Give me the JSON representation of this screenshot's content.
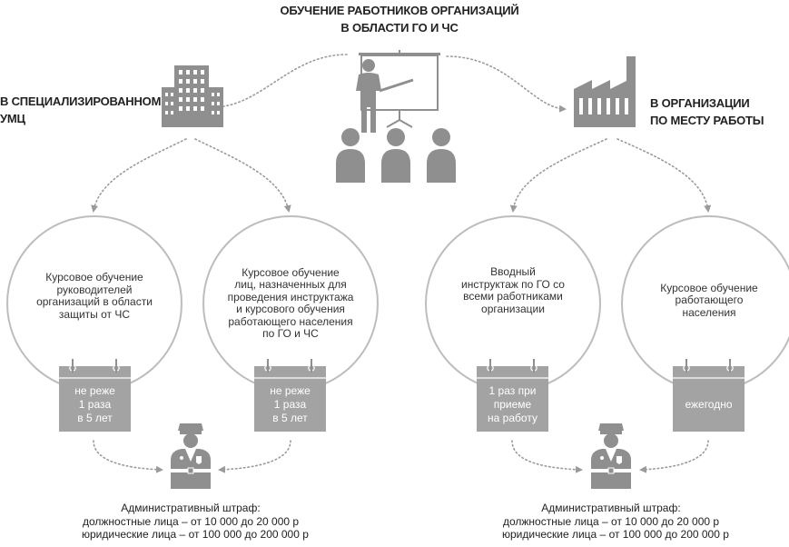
{
  "title": {
    "line1": "ОБУЧЕНИЕ РАБОТНИКОВ ОРГАНИЗАЦИЙ",
    "line2": "В ОБЛАСТИ ГО И ЧС"
  },
  "left_branch": {
    "label_line1": "В СПЕЦИАЛИЗИРОВАННОМ",
    "label_line2": "УМЦ",
    "nodes": [
      {
        "text": [
          "Курсовое обучение",
          "руководителей",
          "организаций в области",
          "защиты от ЧС"
        ],
        "frequency": [
          "не реже",
          "1 раза",
          "в 5 лет"
        ]
      },
      {
        "text": [
          "Курсовое обучение",
          "лиц, назначенных для",
          "проведения инструктажа",
          "и курсового обучения",
          "работающего населения",
          "по ГО и ЧС"
        ],
        "frequency": [
          "не реже",
          "1 раза",
          "в 5 лет"
        ]
      }
    ],
    "fine": {
      "line1": "Административный штраф:",
      "line2": "должностные лица – от 10 000 до 20 000 р",
      "line3": "юридические лица – от 100 000 до 200 000 р"
    }
  },
  "right_branch": {
    "label_line1": "В ОРГАНИЗАЦИИ",
    "label_line2": "ПО МЕСТУ РАБОТЫ",
    "nodes": [
      {
        "text": [
          "Вводный",
          "инструктаж по ГО со",
          "всеми работниками",
          "организации"
        ],
        "frequency": [
          "1 раз при",
          "приеме",
          "на работу"
        ]
      },
      {
        "text": [
          "Курсовое обучение",
          "работающего",
          "населения"
        ],
        "frequency": [
          "ежегодно"
        ]
      }
    ],
    "fine": {
      "line1": "Административный штраф:",
      "line2": "должностные лица – от 10 000 до 20 000 р",
      "line3": "юридические лица – от 100 000 до 200 000 р"
    }
  },
  "icons": {
    "center": "training-presentation-icon",
    "left": "office-building-icon",
    "right": "factory-icon",
    "inspector": "inspector-icon",
    "calendar": "calendar-icon"
  },
  "colors": {
    "icon_gray": "#8f8f8f",
    "calendar_gray": "#a3a3a3",
    "circle_stroke": "#bdbdbd",
    "connector": "#9a9a9a"
  }
}
